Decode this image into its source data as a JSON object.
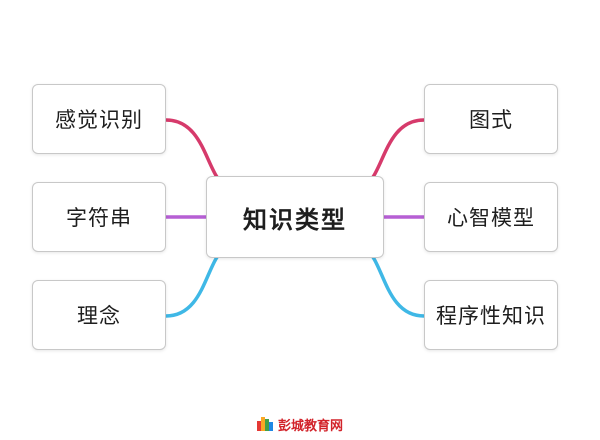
{
  "center": {
    "label": "知识类型"
  },
  "left_nodes": [
    {
      "label": "感觉识别",
      "link_color": "#d63a6b"
    },
    {
      "label": "字符串",
      "link_color": "#b65fd4"
    },
    {
      "label": "理念",
      "link_color": "#3fb8e6"
    }
  ],
  "right_nodes": [
    {
      "label": "图式",
      "link_color": "#d63a6b"
    },
    {
      "label": "心智模型",
      "link_color": "#b65fd4"
    },
    {
      "label": "程序性知识",
      "link_color": "#3fb8e6"
    }
  ],
  "watermark": {
    "text": "彭城教育网",
    "color": "#d2232a",
    "icon": "book-logo-icon",
    "logo_colors": [
      "#e53935",
      "#f9a825",
      "#43a047",
      "#1e88e5"
    ]
  }
}
